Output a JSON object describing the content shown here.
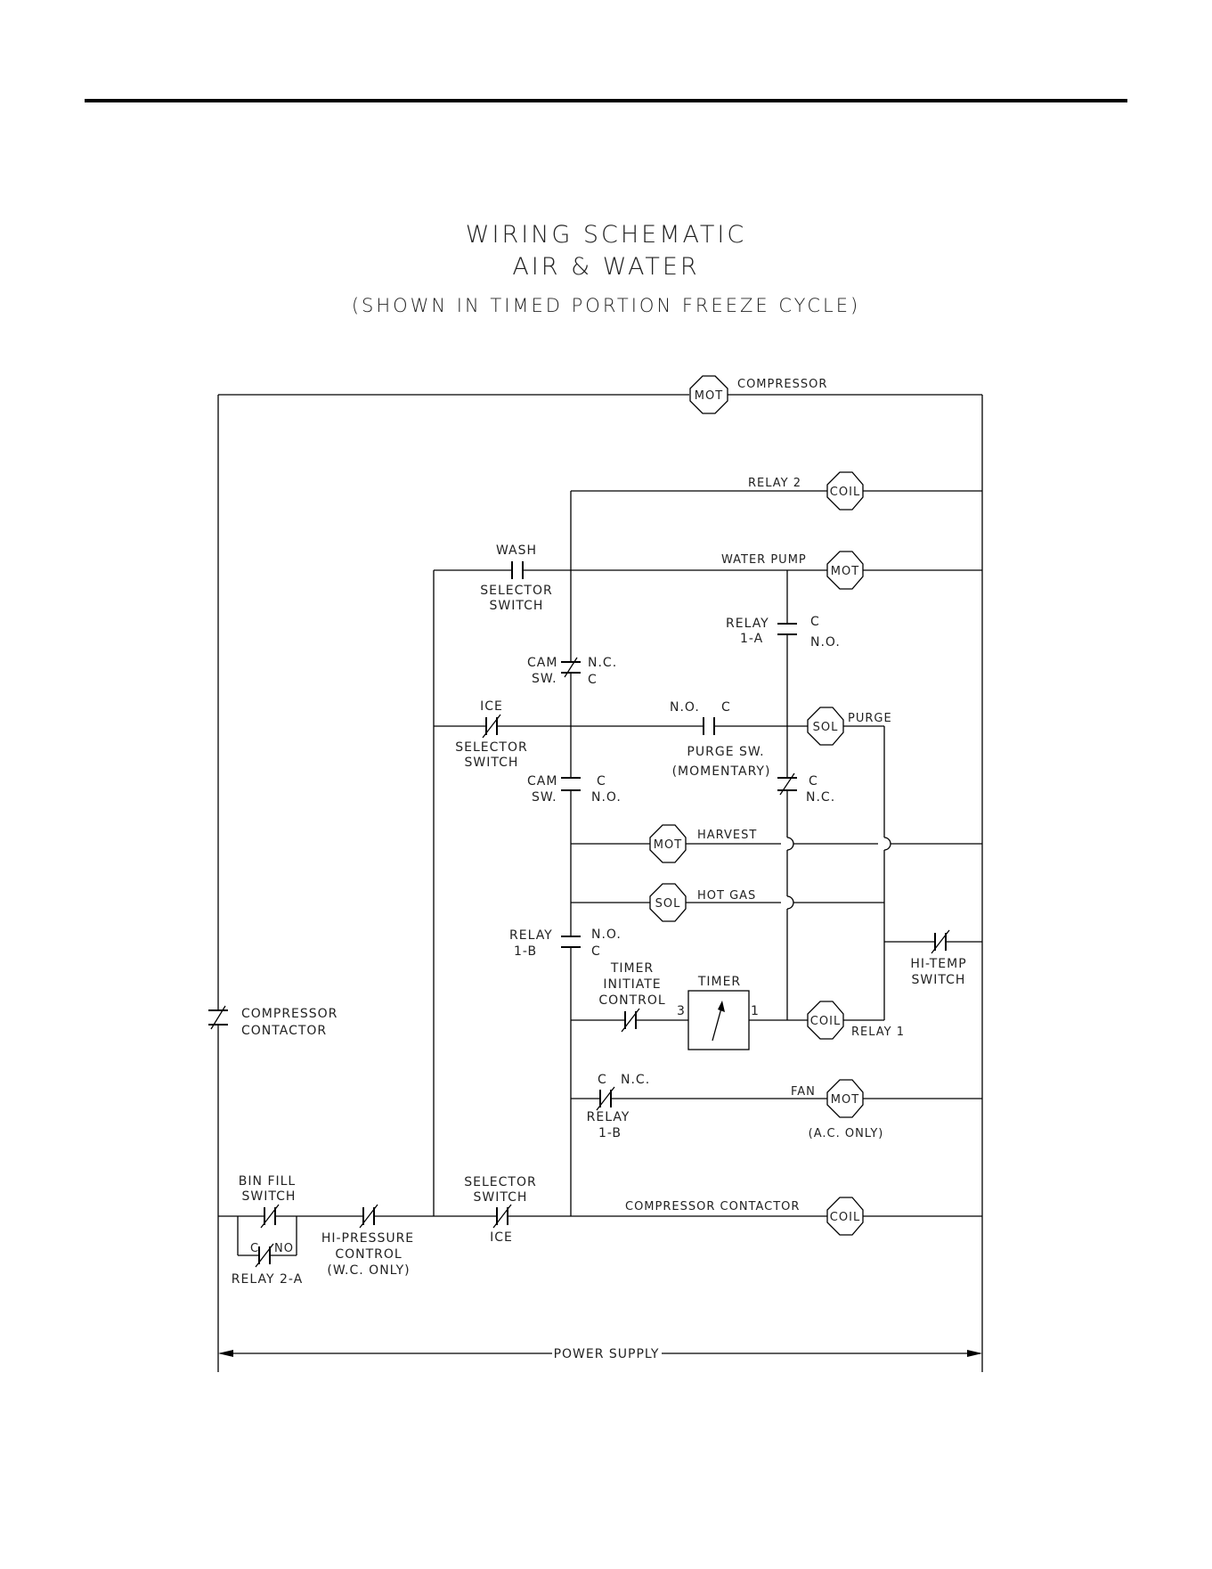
{
  "title": {
    "line1": "WIRING SCHEMATIC",
    "line2": "AIR & WATER",
    "line3": "(SHOWN IN TIMED PORTION FREEZE CYCLE)"
  },
  "components": {
    "compressor_motor": {
      "symbol": "MOT",
      "label": "COMPRESSOR"
    },
    "relay2_coil": {
      "symbol": "COIL",
      "label": "RELAY 2"
    },
    "water_pump": {
      "symbol": "MOT",
      "label": "WATER PUMP"
    },
    "wash_switch": {
      "label": "WASH",
      "sub1": "SELECTOR",
      "sub2": "SWITCH"
    },
    "relay1a": {
      "label1": "RELAY",
      "label2": "1-A",
      "c": "C",
      "no": "N.O."
    },
    "cam_sw_top": {
      "label1": "CAM",
      "label2": "SW.",
      "nc": "N.C.",
      "c": "C"
    },
    "ice_switch": {
      "label": "ICE",
      "sub1": "SELECTOR",
      "sub2": "SWITCH"
    },
    "purge_sw": {
      "no": "N.O.",
      "c": "C",
      "label1": "PURGE SW.",
      "label2": "(MOMENTARY)"
    },
    "purge_sol": {
      "symbol": "SOL",
      "label": "PURGE"
    },
    "cam_sw_bottom": {
      "label1": "CAM",
      "label2": "SW.",
      "c": "C",
      "no": "N.O."
    },
    "purge_lower": {
      "c": "C",
      "nc": "N.C."
    },
    "harvest_motor": {
      "symbol": "MOT",
      "label": "HARVEST"
    },
    "hot_gas_sol": {
      "symbol": "SOL",
      "label": "HOT GAS"
    },
    "relay1b_top": {
      "label1": "RELAY",
      "label2": "1-B",
      "no": "N.O.",
      "c": "C"
    },
    "hi_temp": {
      "label1": "HI-TEMP",
      "label2": "SWITCH"
    },
    "timer_initiate": {
      "label1": "TIMER",
      "label2": "INITIATE",
      "label3": "CONTROL"
    },
    "timer": {
      "label": "TIMER",
      "pin3": "3",
      "pin1": "1"
    },
    "relay1_coil": {
      "symbol": "COIL",
      "label": "RELAY 1"
    },
    "compressor_contactor": {
      "label1": "COMPRESSOR",
      "label2": "CONTACTOR"
    },
    "relay1b_bottom": {
      "c": "C",
      "nc": "N.C.",
      "label1": "RELAY",
      "label2": "1-B"
    },
    "fan": {
      "symbol": "MOT",
      "label": "FAN",
      "note": "(A.C. ONLY)"
    },
    "bin_fill": {
      "label1": "BIN FILL",
      "label2": "SWITCH"
    },
    "relay2a": {
      "c": "C",
      "no": "NO",
      "label": "RELAY 2-A"
    },
    "hi_pressure": {
      "label1": "HI-PRESSURE",
      "label2": "CONTROL",
      "label3": "(W.C. ONLY)"
    },
    "selector_ice": {
      "label1": "SELECTOR",
      "label2": "SWITCH",
      "label3": "ICE"
    },
    "comp_contactor_coil": {
      "symbol": "COIL",
      "label": "COMPRESSOR CONTACTOR"
    },
    "power_supply": {
      "label": "POWER SUPPLY"
    }
  }
}
